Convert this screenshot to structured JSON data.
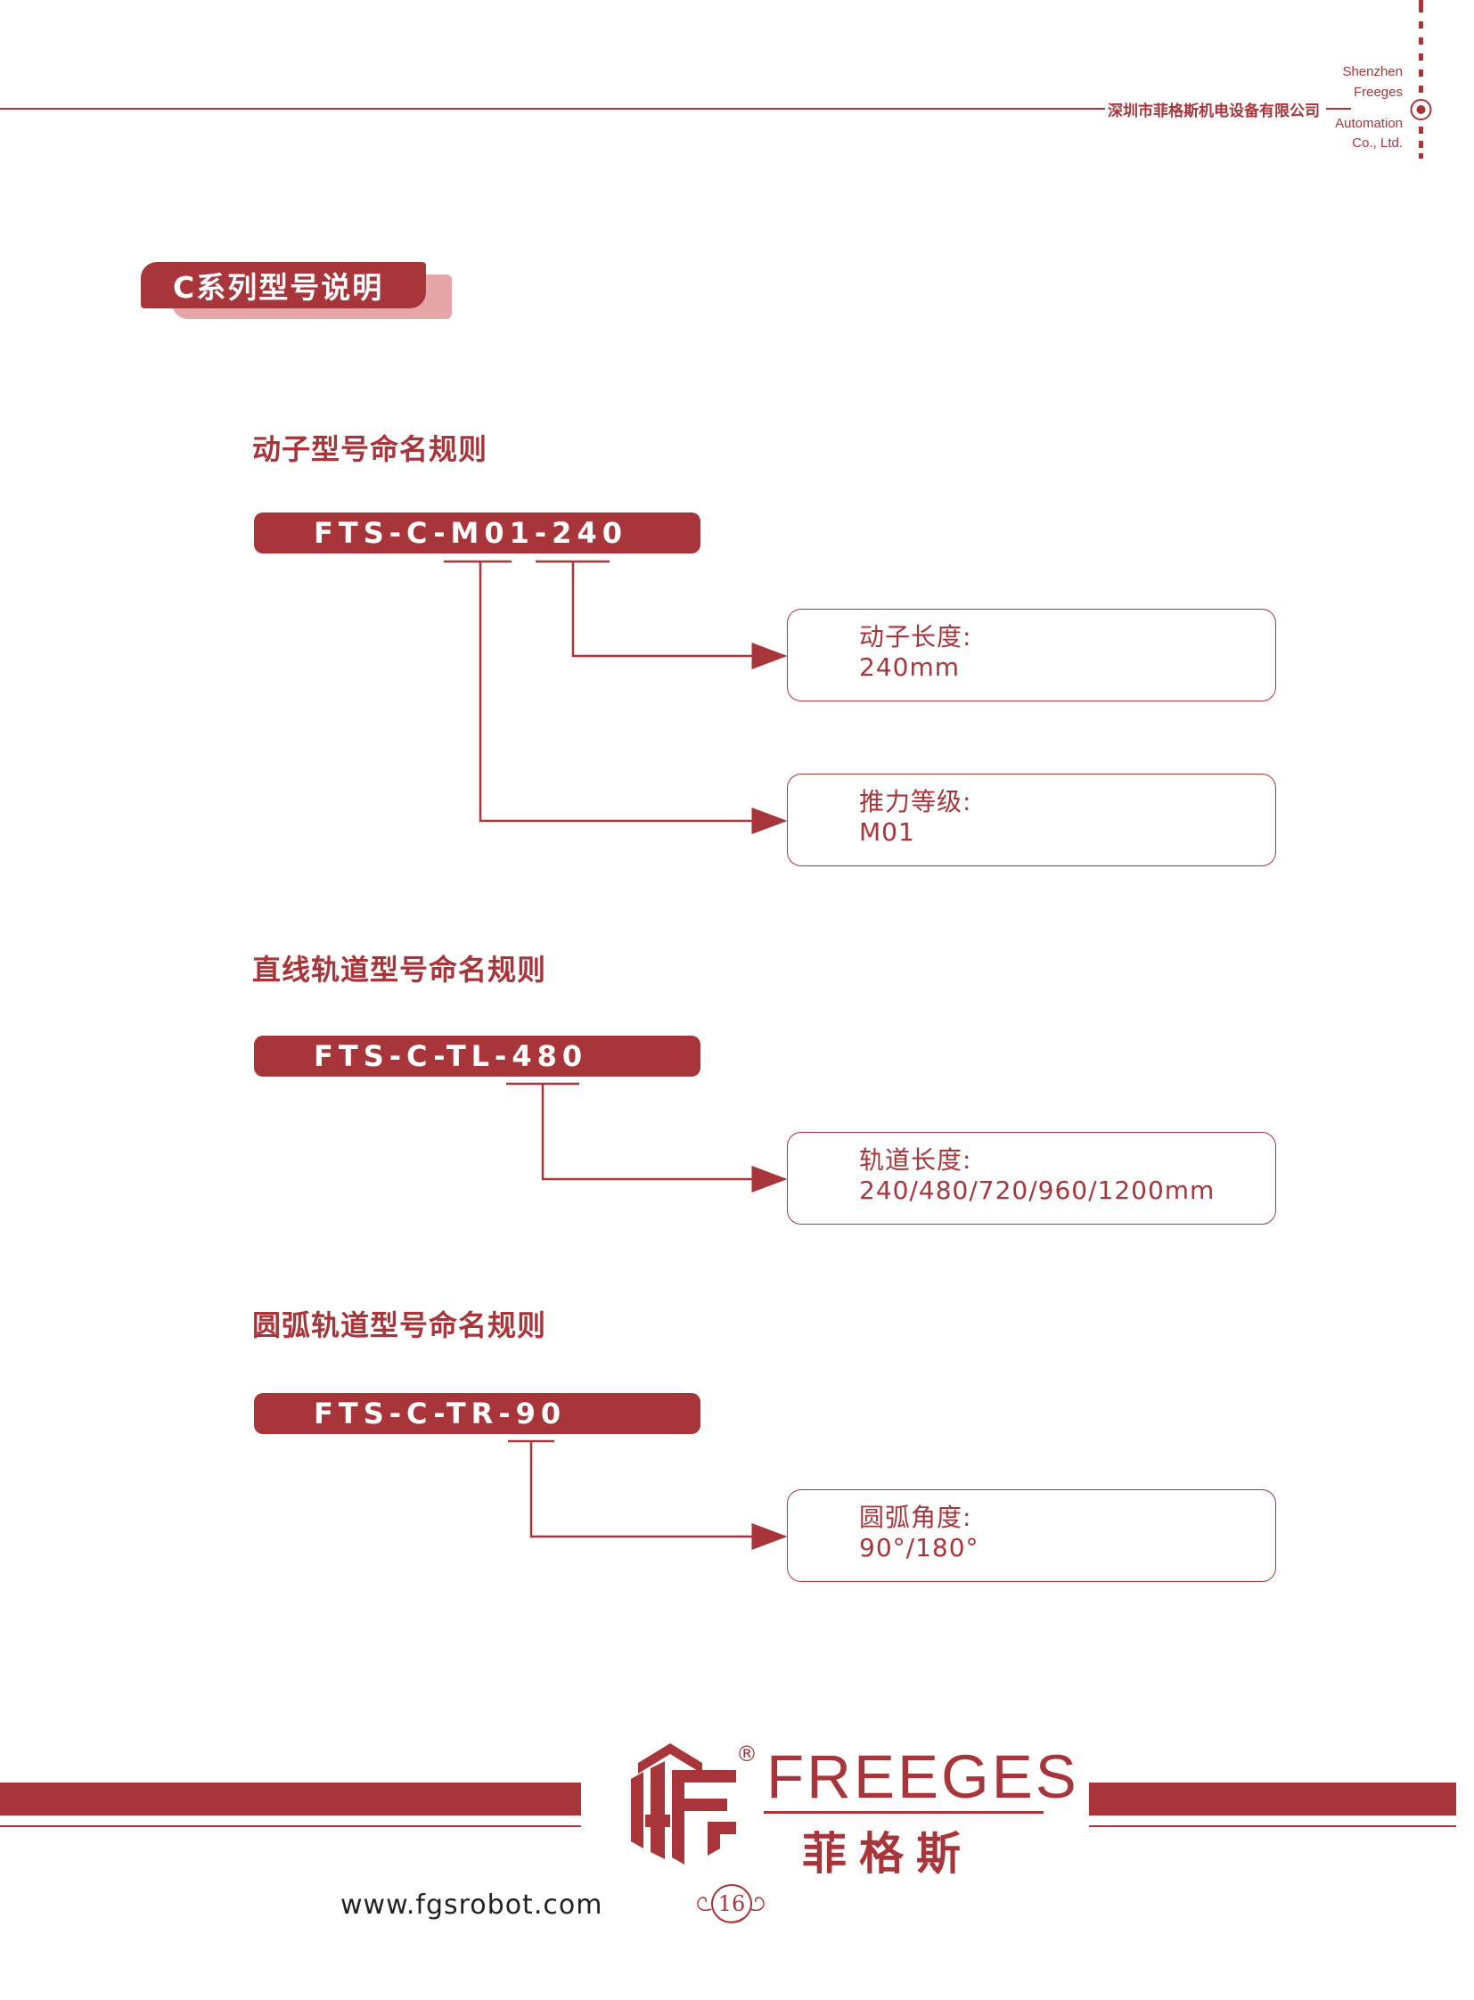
{
  "header": {
    "company_cn": "深圳市菲格斯机电设备有限公司",
    "company_en_1": "Shenzhen",
    "company_en_2": "Freeges",
    "company_en_3": "Automation",
    "company_en_4": "Co., Ltd."
  },
  "section_title": "C系列型号说明",
  "sections": [
    {
      "heading": "动子型号命名规则",
      "code": "FTS-C-M01-240",
      "boxes": [
        {
          "label": "动子长度:",
          "value": "240mm"
        },
        {
          "label": "推力等级:",
          "value": "M01"
        }
      ]
    },
    {
      "heading": "直线轨道型号命名规则",
      "code": "FTS-C-TL-480",
      "boxes": [
        {
          "label": "轨道长度:",
          "value": "240/480/720/960/1200mm"
        }
      ]
    },
    {
      "heading": "圆弧轨道型号命名规则",
      "code": "FTS-C-TR-90",
      "boxes": [
        {
          "label": "圆弧角度:",
          "value": "90°/180°"
        }
      ]
    }
  ],
  "footer": {
    "brand_en": "FREEGES",
    "brand_cn": "菲格斯",
    "registered": "®",
    "url": "www.fgsrobot.com",
    "page_number": "16"
  },
  "colors": {
    "accent": "#a8353a",
    "accent_light": "#e6a6a8"
  }
}
